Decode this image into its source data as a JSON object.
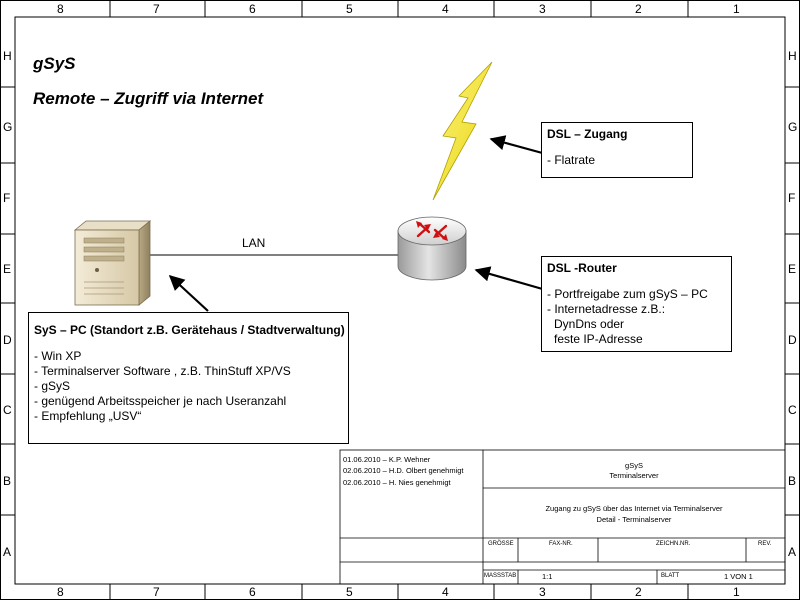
{
  "title": "gSyS",
  "subtitle": "Remote – Zugriff via Internet",
  "lan_label": "LAN",
  "grid": {
    "columns": [
      "8",
      "7",
      "6",
      "5",
      "4",
      "3",
      "2",
      "1"
    ],
    "rows": [
      "H",
      "G",
      "F",
      "E",
      "D",
      "C",
      "B",
      "A"
    ]
  },
  "boxes": {
    "dsl_zugang": {
      "title": "DSL – Zugang",
      "lines": [
        "- Flatrate"
      ]
    },
    "dsl_router": {
      "title": "DSL -Router",
      "lines": [
        "- Portfreigabe zum gSyS – PC",
        "- Internetadresse z.B.:",
        "  DynDns  oder",
        "  feste IP-Adresse"
      ]
    },
    "sys_pc": {
      "title": "SyS – PC  (Standort z.B. Gerätehaus / Stadtverwaltung)",
      "lines": [
        "- Win XP",
        "-  Terminalserver Software , z.B. ThinStuff XP/VS",
        "- gSyS",
        "- genügend Arbeitsspeicher je  nach Useranzahl",
        "- Empfehlung „USV“"
      ]
    }
  },
  "title_block": {
    "revisions": [
      "01.06.2010 – K.P. Wehner",
      "02.06.2010 – H.D. Olbert genehmigt",
      "02.06.2010 – H. Nies genehmigt"
    ],
    "project": "gSyS",
    "project_sub": "Terminalserver",
    "description": "Zugang zu gSyS über das Internet via Terminalserver",
    "description_sub": "Detail - Terminalserver",
    "labels": {
      "groesse": "GRÖSSE",
      "fax": "FAX-NR.",
      "zeichn": "ZEICHN.NR.",
      "rev": "REV.",
      "massstab": "MASSSTAB",
      "blatt": "BLATT"
    },
    "massstab_value": "1:1",
    "blatt_value": "1 VON 1"
  }
}
